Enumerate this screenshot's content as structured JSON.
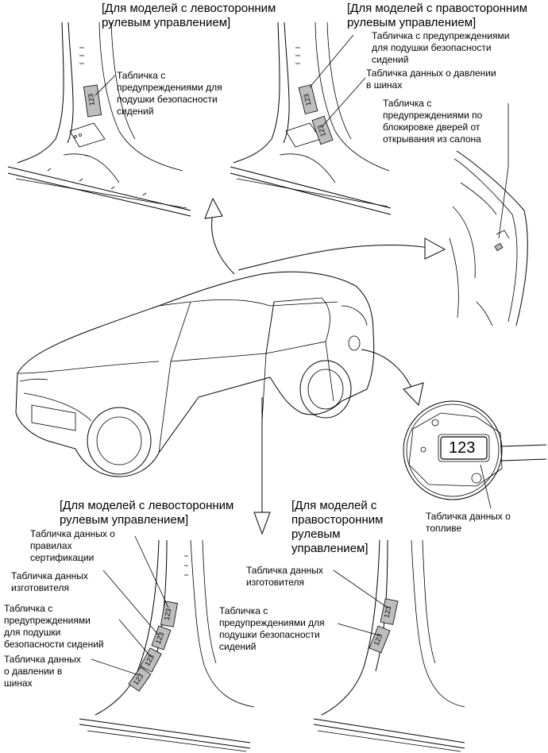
{
  "headers": {
    "top_left": "[Для моделей с левосторонним\nрулевым управлением]",
    "top_right": "[Для моделей с правосторонним\nрулевым управлением]",
    "bottom_left": "[Для моделей с левосторонним\nрулевым управлением]",
    "bottom_right": "[Для моделей с\nправосторонним\nрулевым\nуправлением]"
  },
  "labels": {
    "tl_seat_warning": "Табличка с\nпредупреждениями для\nподушки безопасности\nсидений",
    "tr_seat_warning": "Табличка с предупреждениями\nдля подушки безопасности\nсидений",
    "tr_tire_pressure": "Табличка данных о давлении\nв шинах",
    "door_lock_warning": "Табличка с\nпредупреждениями по\nблокировке дверей от\nоткрывания из салона",
    "fuel_data": "Табличка данных о\nтопливе",
    "bl_certification": "Табличка данных о\nправилах\nсертификации",
    "bl_manufacturer": "Табличка данных\nизготовителя",
    "bl_seat_warning": "Табличка с\nпредупреждениями\nдля подушки\nбезопасности сидений",
    "bl_tire_pressure": "Табличка данных\nо давлении в\nшинах",
    "br_manufacturer": "Табличка данных\nизготовителя",
    "br_seat_warning": "Табличка с\nпредупреждениями для\nподушки безопасности\nсидений"
  },
  "plate_text": "123"
}
